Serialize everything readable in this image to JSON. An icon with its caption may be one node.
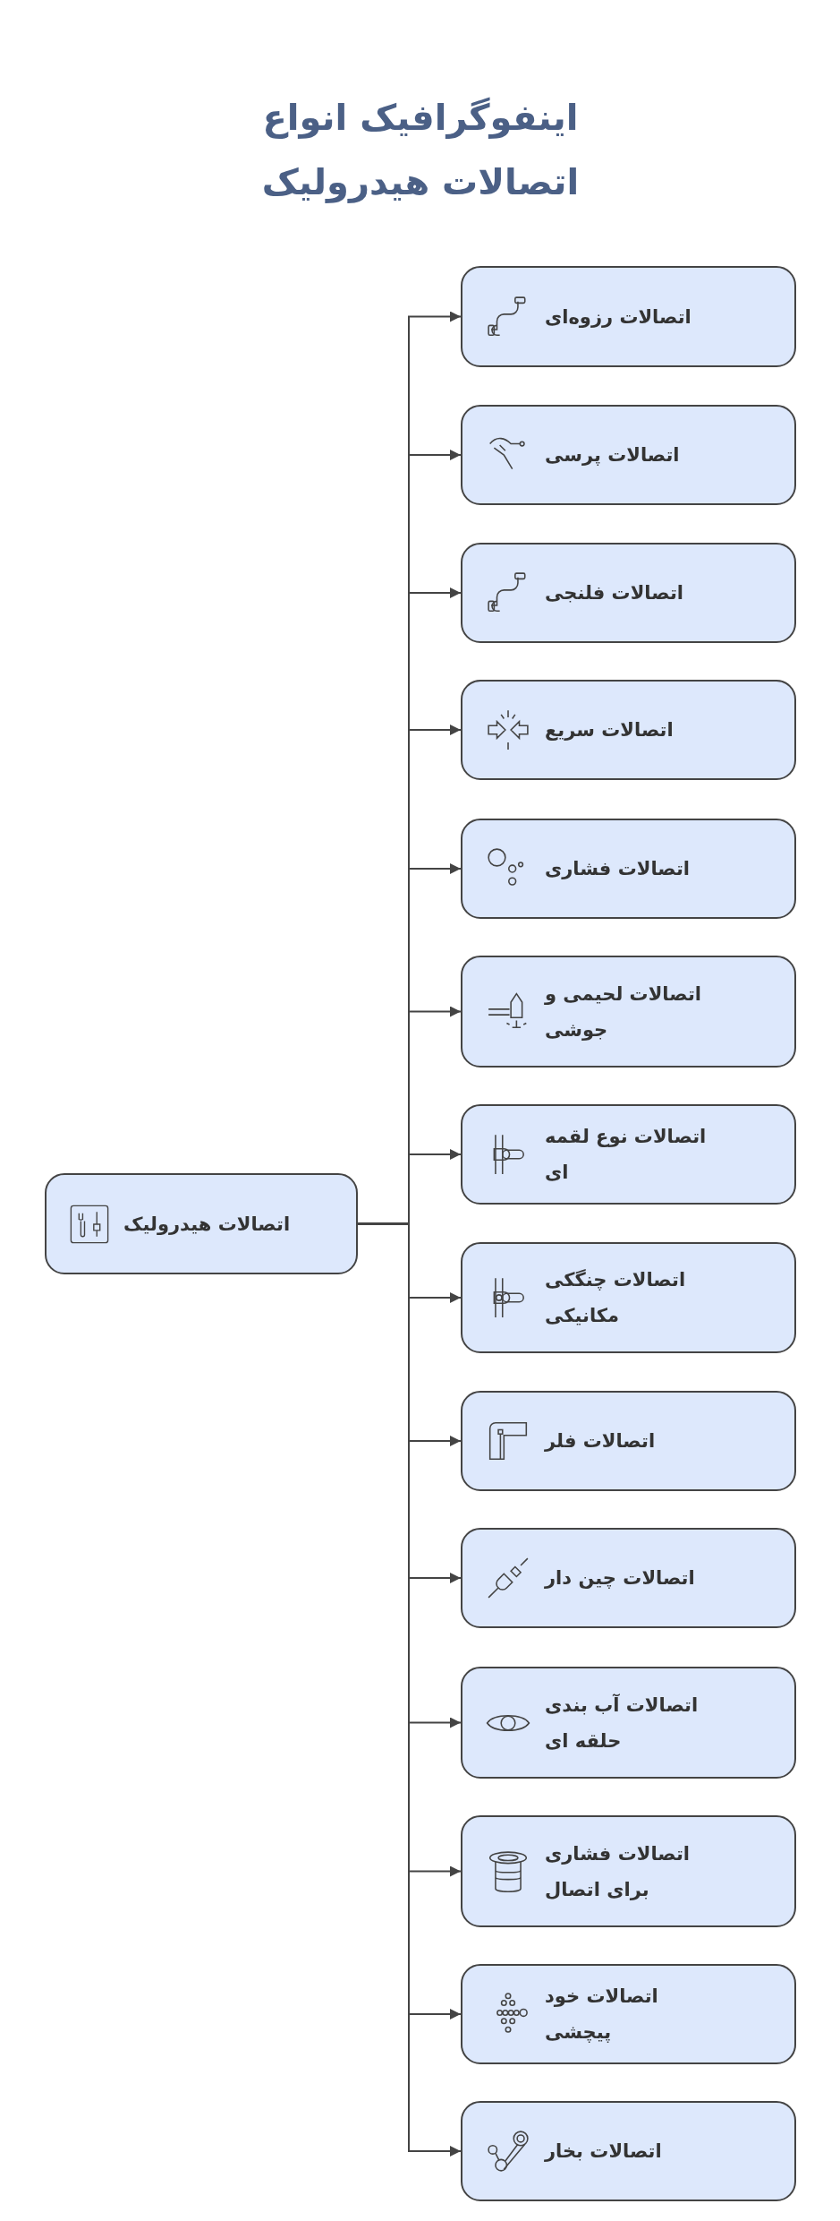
{
  "diagram": {
    "title": "اینفوگرافیک انواع اتصالات هیدرولیک",
    "nodes": [
      {
        "text": [
          "اتصالات هیدرولیک"
        ]
      },
      {
        "text": [
          "اتصالات رزوه‌ای"
        ]
      },
      {
        "text": [
          "اتصالات پرسی"
        ]
      },
      {
        "text": [
          "اتصالات فلنجی"
        ]
      },
      {
        "text": [
          "اتصالات سریع"
        ]
      },
      {
        "text": [
          "اتصالات فشاری"
        ]
      },
      {
        "text": [
          "اتصالات لحیمی و جوشی"
        ]
      },
      {
        "text": [
          "اتصالات نوع لقمه ای"
        ]
      },
      {
        "text": [
          "اتصالات چنگکی مکانیکی"
        ]
      },
      {
        "text": [
          "اتصالات فلر"
        ]
      },
      {
        "text": [
          "اتصالات چین دار"
        ]
      },
      {
        "text": [
          "اتصالات آب بندی حلقه ای"
        ]
      },
      {
        "text": [
          "اتصالات فشاری برای اتصال"
        ]
      },
      {
        "text": [
          "اتصالات خود پیچشی"
        ]
      },
      {
        "text": [
          "اتصالات بخار"
        ]
      }
    ],
    "edges": [
      {
        "from": 0,
        "to": 1,
        "arrow": "to"
      },
      {
        "from": 0,
        "to": 2,
        "arrow": "to"
      },
      {
        "from": 0,
        "to": 3,
        "arrow": "to"
      },
      {
        "from": 0,
        "to": 4,
        "arrow": "to"
      },
      {
        "from": 0,
        "to": 5,
        "arrow": "to"
      },
      {
        "from": 0,
        "to": 6,
        "arrow": "to"
      },
      {
        "from": 0,
        "to": 7,
        "arrow": "to"
      },
      {
        "from": 0,
        "to": 8,
        "arrow": "to"
      },
      {
        "from": 0,
        "to": 9,
        "arrow": "to"
      },
      {
        "from": 0,
        "to": 10,
        "arrow": "to"
      },
      {
        "from": 0,
        "to": 11,
        "arrow": "to"
      },
      {
        "from": 0,
        "to": 12,
        "arrow": "to"
      },
      {
        "from": 0,
        "to": 13,
        "arrow": "to"
      },
      {
        "from": 0,
        "to": 14,
        "arrow": "to"
      }
    ]
  }
}
